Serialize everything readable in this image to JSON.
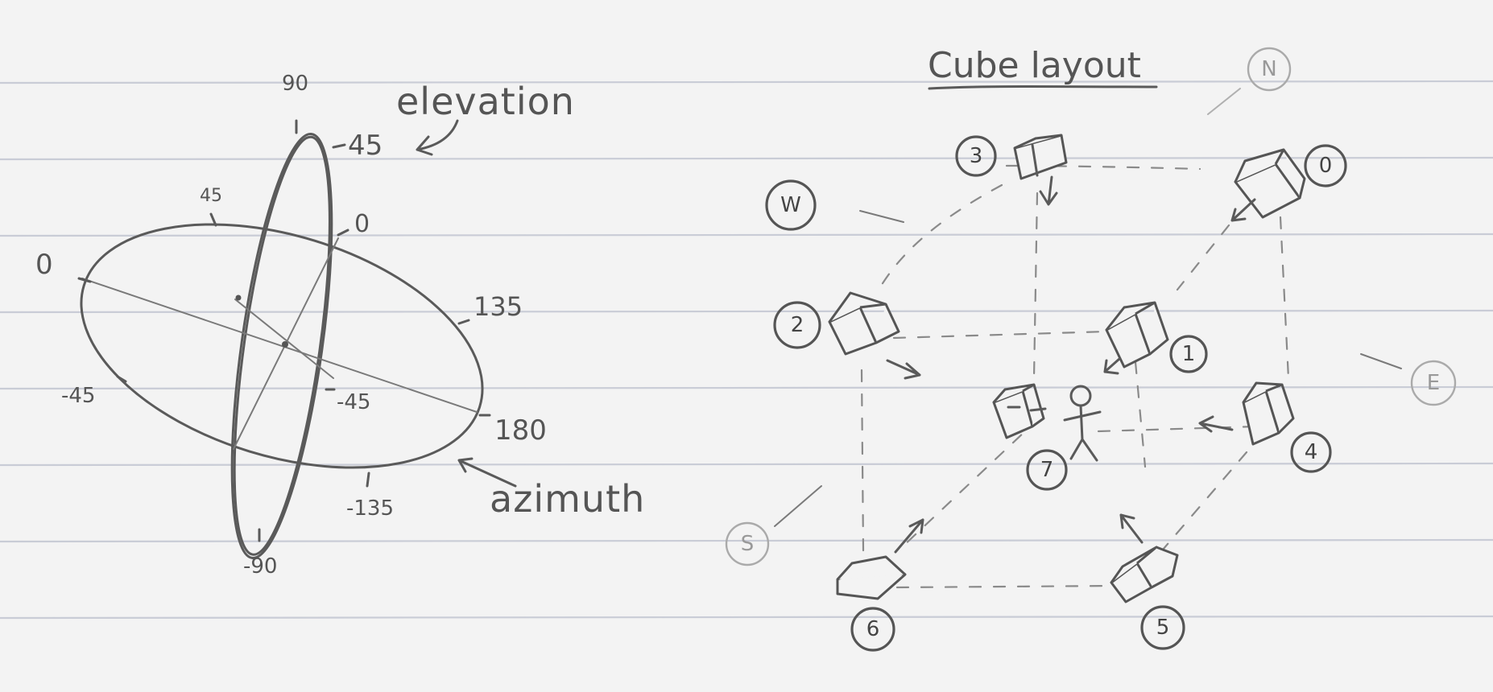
{
  "left_diagram": {
    "elevation_label": "elevation",
    "azimuth_label": "azimuth",
    "ticks": {
      "el_90": "90",
      "el_45": "45",
      "el_0": "0",
      "el_m45": "-45",
      "el_m90": "-90",
      "az_45": "45",
      "az_0": "0",
      "az_135": "135",
      "az_m45": "-45",
      "az_180": "180",
      "az_m135": "-135"
    }
  },
  "right_diagram": {
    "title": "Cube layout",
    "compass": {
      "north": "N",
      "west": "W",
      "east": "E",
      "south": "S"
    },
    "cubes": [
      "0",
      "1",
      "2",
      "3",
      "4",
      "5",
      "6",
      "7"
    ]
  },
  "colors": {
    "ink": "#555555",
    "paper": "#f3f3f3",
    "rule_line": "#c9ccd6"
  }
}
